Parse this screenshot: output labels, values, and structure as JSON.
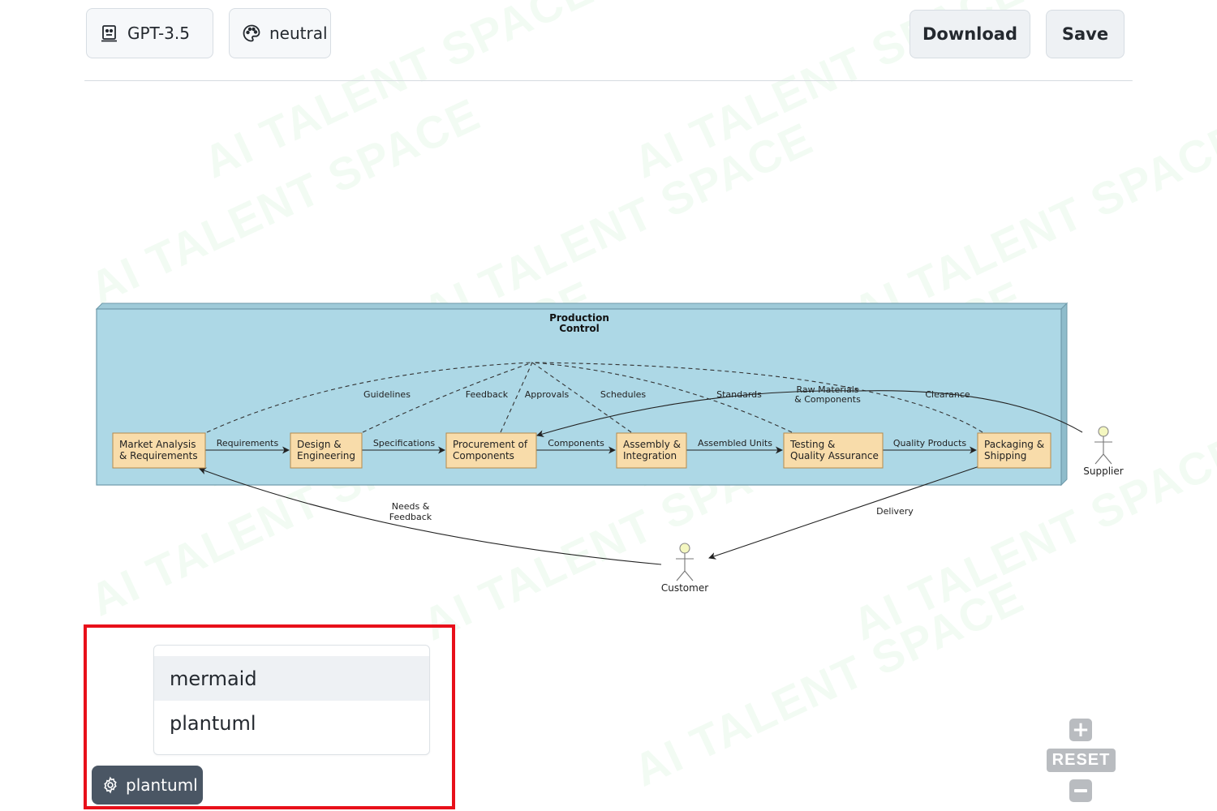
{
  "toolbar": {
    "model_label": "GPT-3.5",
    "model_icon": "robot-icon",
    "theme_label": "neutral",
    "theme_icon": "palette-icon",
    "download_label": "Download",
    "save_label": "Save"
  },
  "watermark_text": "AI TALENT SPACE",
  "diagram": {
    "frame_title_line1": "Production",
    "frame_title_line2": "Control",
    "frame_color": "#add8e6",
    "node_color": "#f8dcaa",
    "nodes": [
      {
        "line1": "Market Analysis",
        "line2": "& Requirements"
      },
      {
        "line1": "Design &",
        "line2": "Engineering"
      },
      {
        "line1": "Procurement of",
        "line2": "Components"
      },
      {
        "line1": "Assembly &",
        "line2": "Integration"
      },
      {
        "line1": "Testing &",
        "line2": "Quality Assurance"
      },
      {
        "line1": "Packaging &",
        "line2": "Shipping"
      }
    ],
    "flow_labels": [
      "Requirements",
      "Specifications",
      "Components",
      "Assembled Units",
      "Quality Products"
    ],
    "control_labels": [
      "Guidelines",
      "Feedback",
      "Approvals",
      "Schedules",
      "Standards",
      "Clearance"
    ],
    "raw_materials_line1": "Raw Materials",
    "raw_materials_line2": "& Components",
    "needs_line1": "Needs &",
    "needs_line2": "Feedback",
    "delivery_label": "Delivery",
    "actors": {
      "supplier": "Supplier",
      "customer": "Customer"
    }
  },
  "syntax_menu": {
    "options": [
      "mermaid",
      "plantuml"
    ],
    "highlighted": "mermaid",
    "button_label": "plantuml",
    "button_icon": "gear-icon"
  },
  "zoom": {
    "zoom_in_icon": "plus-icon",
    "reset_label": "RESET",
    "zoom_out_icon": "minus-icon"
  }
}
